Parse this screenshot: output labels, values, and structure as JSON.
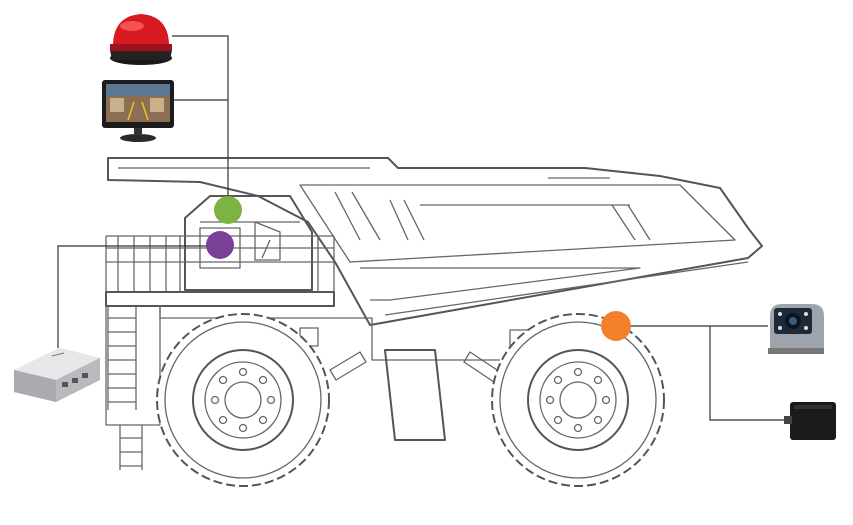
{
  "diagram": {
    "subject": "mining-dump-truck-camera-system",
    "device_label": "",
    "colors": {
      "truck_outline": "#555555",
      "wire": "#333333",
      "marker_green": "#7cb342",
      "marker_purple": "#7b3f99",
      "marker_orange": "#f5802b",
      "warning_light_red": "#d71920"
    },
    "markers": [
      {
        "id": "cab-roof",
        "color": "#7cb342"
      },
      {
        "id": "cab-front",
        "color": "#7b3f99"
      },
      {
        "id": "body-rear",
        "color": "#f5802b"
      }
    ],
    "devices": [
      {
        "id": "warning-light",
        "icon": "red-beacon-icon"
      },
      {
        "id": "monitor",
        "icon": "monitor-icon"
      },
      {
        "id": "recorder",
        "icon": "dvr-box-icon"
      },
      {
        "id": "camera",
        "icon": "camera-icon"
      },
      {
        "id": "radar",
        "icon": "radar-sensor-icon"
      }
    ]
  }
}
